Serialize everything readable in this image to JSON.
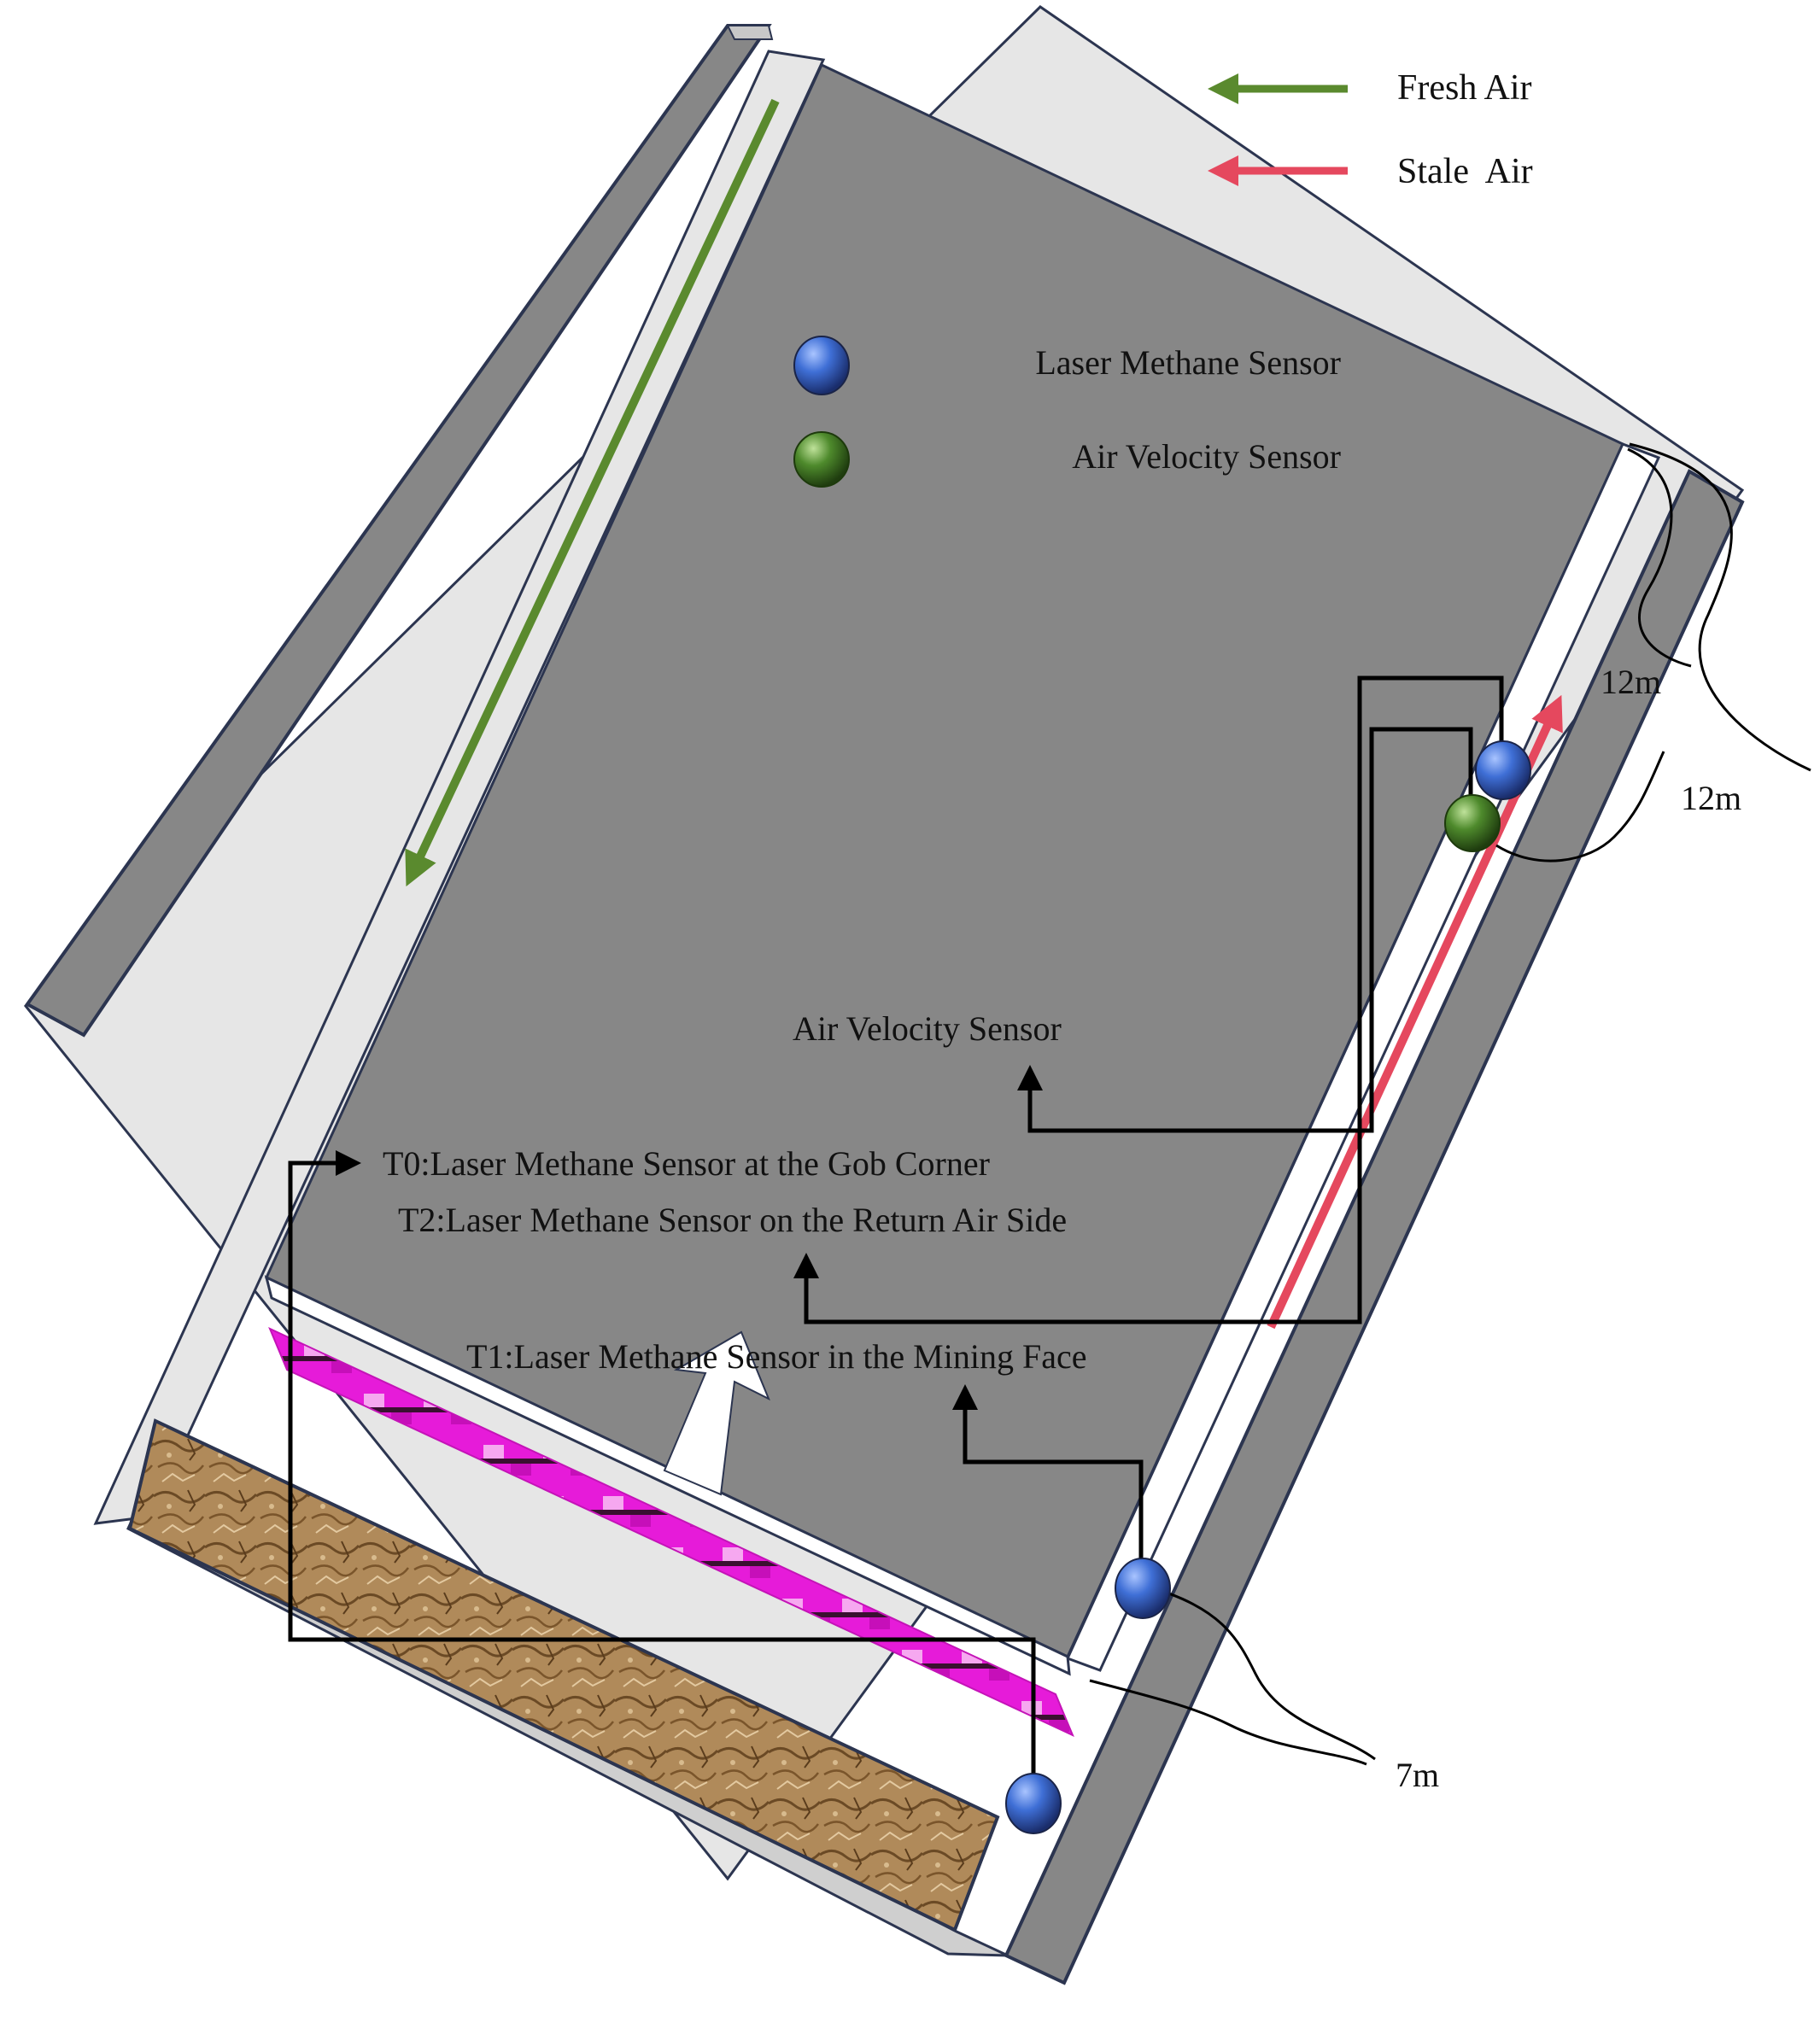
{
  "legend": {
    "fresh_air": "Fresh Air",
    "stale_air": "Stale  Air",
    "laser_methane_sensor": "Laser Methane Sensor",
    "air_velocity_sensor": "Air Velocity Sensor"
  },
  "labels": {
    "air_velocity_sensor": "Air Velocity Sensor",
    "t0": "T0:Laser Methane Sensor at the Gob Corner",
    "t2": "T2:Laser Methane Sensor on the Return Air Side",
    "t1": "T1:Laser Methane Sensor in the Mining Face"
  },
  "dimensions": {
    "upper_inner": "12m",
    "upper_outer": "12m",
    "lower": "7m"
  },
  "colors": {
    "fresh_air_arrow": "#5a8a2e",
    "stale_air_arrow": "#e5485e",
    "laser_methane_sensor": "#3f6fd6",
    "air_velocity_sensor": "#4e8a2c",
    "block_gray": "#878787",
    "roadway_light": "#e6e6e6",
    "border_navy": "#2c3550",
    "shearer_magenta": "#e026d6",
    "gob_brown": "#b08a5a"
  }
}
